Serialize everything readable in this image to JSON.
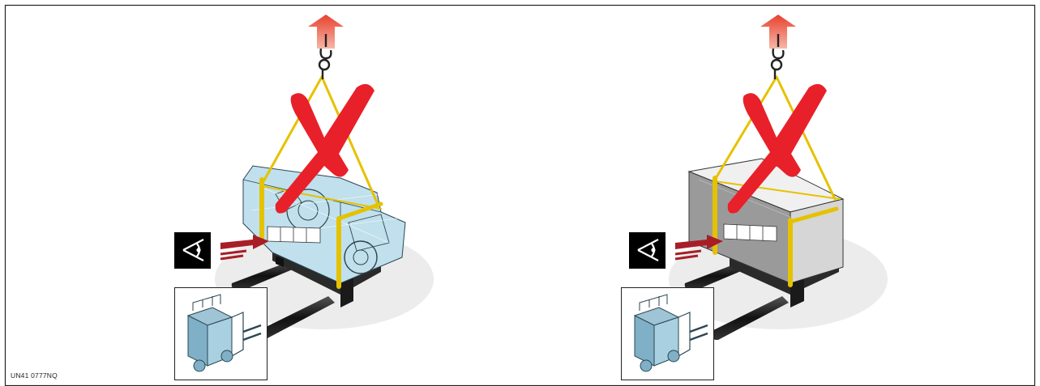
{
  "document_code": "UN41 0777NQ",
  "panels": [
    {
      "id": "left",
      "subject": "shrink-wrapped-machine-on-pallet",
      "marks": [
        "lift-arrow-icon",
        "crane-hook-icon",
        "yellow-lifting-straps",
        "prohibited-x-mark",
        "inspect-eye-icon",
        "forklift-forks",
        "forklift-icon"
      ],
      "colors": {
        "prohibited": "#e8202a",
        "strap": "#e5c200",
        "wrap": "#bfe0ec",
        "arrow": "#a81e26"
      }
    },
    {
      "id": "right",
      "subject": "crated-box-on-pallet",
      "marks": [
        "lift-arrow-icon",
        "crane-hook-icon",
        "yellow-lifting-straps",
        "prohibited-x-mark",
        "inspect-eye-icon",
        "forklift-forks",
        "forklift-icon"
      ],
      "colors": {
        "prohibited": "#e8202a",
        "strap": "#e5c200",
        "crate": "#d6d6d6",
        "arrow": "#a81e26"
      }
    }
  ]
}
